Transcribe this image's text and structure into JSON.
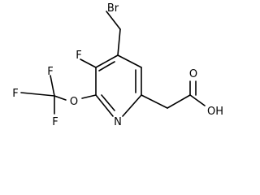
{
  "atoms": {
    "br": "Br",
    "f_ring": "F",
    "n": "N",
    "o_ether": "O",
    "f_top": "F",
    "f_left": "F",
    "f_bottom": "F",
    "o_carbonyl": "O",
    "oh": "OH"
  },
  "colors": {
    "bond": "#000000",
    "text": "#000000",
    "background": "#ffffff"
  }
}
